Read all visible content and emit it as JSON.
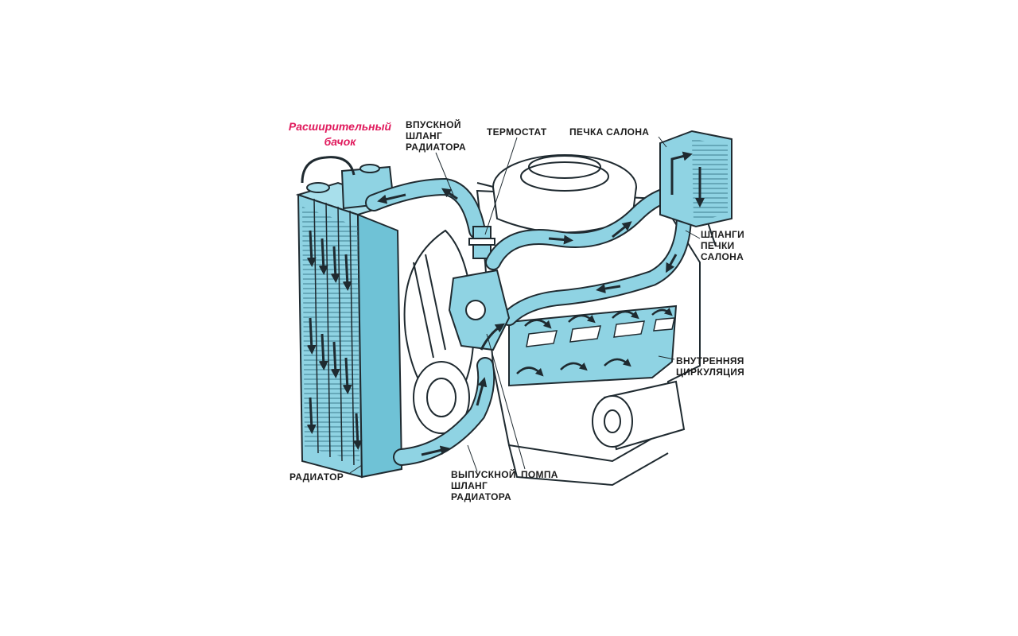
{
  "colors": {
    "coolant": "#8fd3e3",
    "coolant_dark": "#5fb3c8",
    "ink": "#1f2a30",
    "accent_label": "#e0195c",
    "engine_fill": "#ffffff"
  },
  "labels": {
    "expansion_tank": [
      "Расширительный",
      "бачок"
    ],
    "inlet_hose": [
      "ВПУСКНОЙ",
      "ШЛАНГ",
      "РАДИАТОРА"
    ],
    "thermostat": "ТЕРМОСТАТ",
    "cabin_heater": "ПЕЧКА САЛОНА",
    "heater_hoses": [
      "ШЛАНГИ",
      "ПЕЧКИ",
      "САЛОНА"
    ],
    "internal_circulation": [
      "ВНУТРЕННЯЯ",
      "ЦИРКУЛЯЦИЯ"
    ],
    "radiator": "РАДИАТОР",
    "outlet_hose": [
      "ВЫПУСКНОЙ",
      "ШЛАНГ",
      "РАДИАТОРА"
    ],
    "pump": "ПОМПА"
  }
}
